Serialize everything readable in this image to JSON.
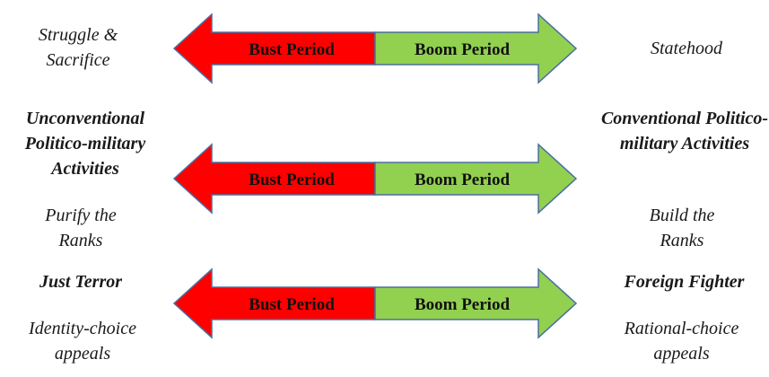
{
  "rows": [
    {
      "left": "Struggle & Sacrifice",
      "right": "Statehood",
      "bust_label": "Bust Period",
      "boom_label": "Boom Period"
    },
    {
      "left_heading": "Unconventional Politico-military Activities",
      "right_heading": "Conventional Politico-military Activities",
      "left": "Purify the Ranks",
      "right": "Build the Ranks",
      "bust_label": "Bust Period",
      "boom_label": "Boom Period"
    },
    {
      "left_heading": "Just Terror",
      "right_heading": "Foreign Fighter",
      "left": "Identity-choice appeals",
      "right": "Rational-choice appeals",
      "bust_label": "Bust Period",
      "boom_label": "Boom Period"
    }
  ],
  "colors": {
    "bust": "#ff0000",
    "boom": "#92d050",
    "outline": "#4a6fa0"
  }
}
